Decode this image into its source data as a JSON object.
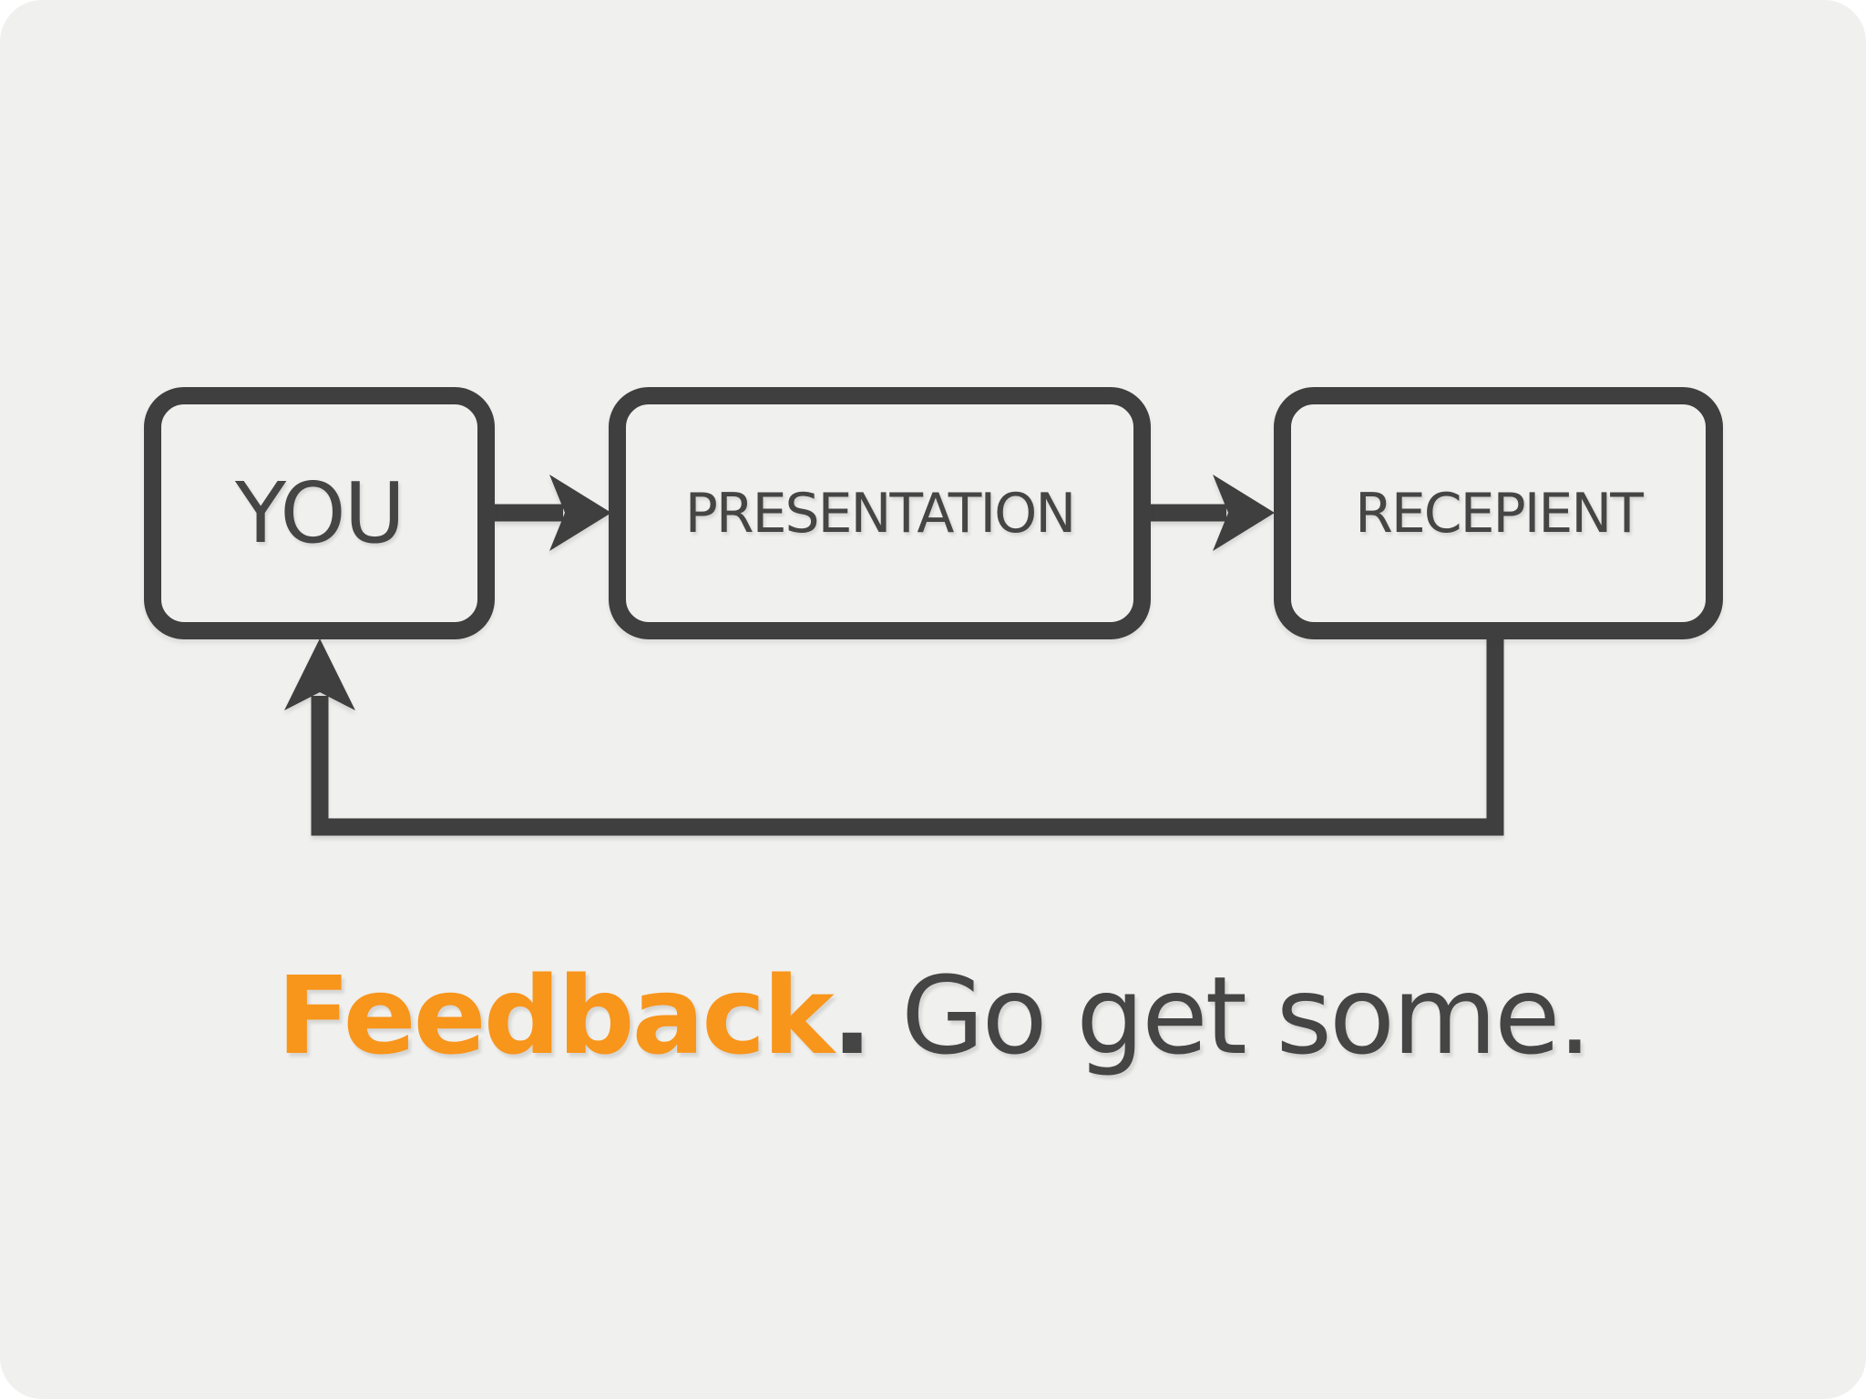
{
  "canvas": {
    "outer_background": "#ffffff",
    "background": "#f0f0ee",
    "stroke_color": "#3f3f3f",
    "text_color": "#454545",
    "accent_color": "#f8951b"
  },
  "diagram": {
    "nodes": [
      {
        "id": "you",
        "label": "YOU"
      },
      {
        "id": "presentation",
        "label": "PRESENTATION"
      },
      {
        "id": "recipient",
        "label": "RECEPIENT"
      }
    ],
    "connections": [
      {
        "from": "you",
        "to": "presentation",
        "style": "arrow"
      },
      {
        "from": "presentation",
        "to": "recipient",
        "style": "arrow"
      },
      {
        "from": "recipient",
        "to": "you",
        "style": "feedback-loop-arrow"
      }
    ]
  },
  "caption": {
    "highlight": "Feedback",
    "separator": ".",
    "rest": " Go get some."
  }
}
